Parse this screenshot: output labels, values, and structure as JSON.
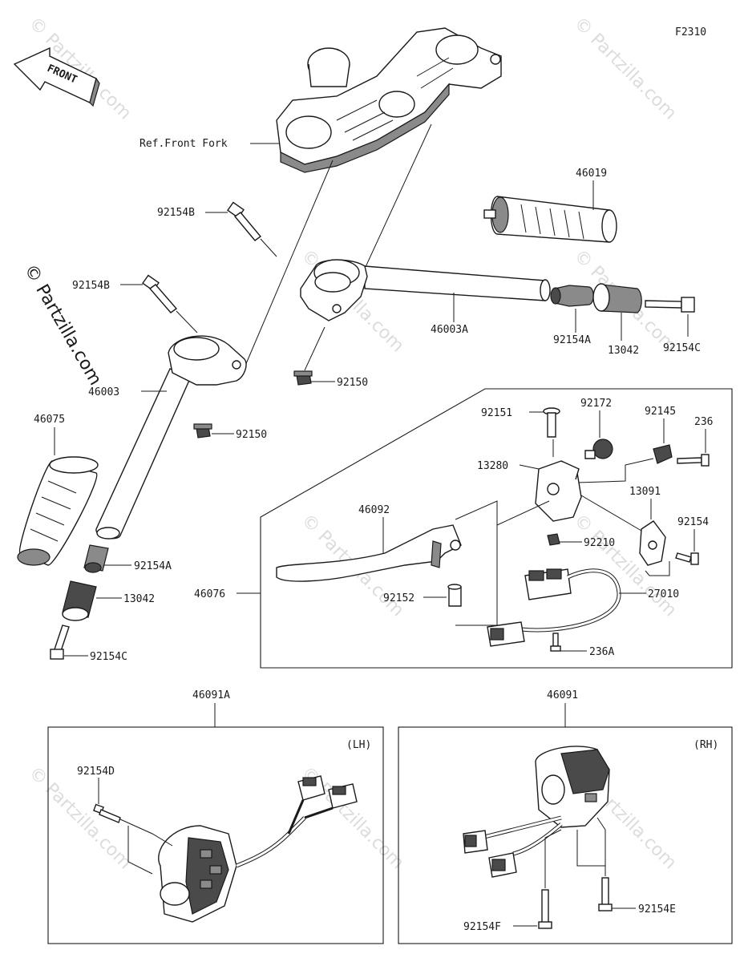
{
  "figure_code": "F2310",
  "front_label": "FRONT",
  "ref_label": "Ref.Front Fork",
  "side_watermark": "© Partzilla.com",
  "watermark": "© Partzilla.com",
  "lh_label": "(LH)",
  "rh_label": "(RH)",
  "parts": {
    "p46019": "46019",
    "p92154B_top": "92154B",
    "p92154B_left": "92154B",
    "p46003A": "46003A",
    "p92154A_right": "92154A",
    "p13042_right": "13042",
    "p92154C_right": "92154C",
    "p92150_center": "92150",
    "p46003": "46003",
    "p92150_left": "92150",
    "p46075": "46075",
    "p92154A_left": "92154A",
    "p13042_left": "13042",
    "p92154C_left": "92154C",
    "p92151": "92151",
    "p92172": "92172",
    "p92145": "92145",
    "p236": "236",
    "p13280": "13280",
    "p46092": "46092",
    "p13091": "13091",
    "p92154": "92154",
    "p92210": "92210",
    "p46076": "46076",
    "p92152": "92152",
    "p27010": "27010",
    "p236A": "236A",
    "p46091A": "46091A",
    "p46091": "46091",
    "p92154D": "92154D",
    "p92154F": "92154F",
    "p92154E": "92154E"
  }
}
